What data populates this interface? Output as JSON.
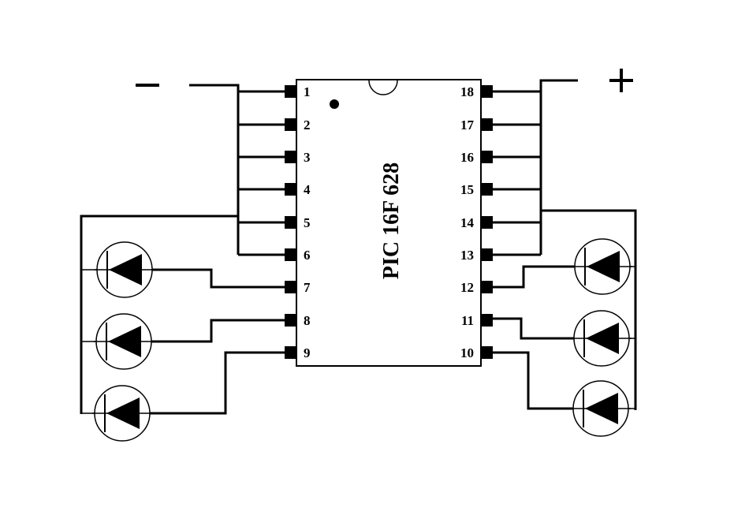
{
  "chip": {
    "label": "PIC 16F 628"
  },
  "power": {
    "negative_symbol": "−",
    "positive_symbol": "+"
  },
  "pins_left": [
    {
      "number": "1"
    },
    {
      "number": "2"
    },
    {
      "number": "3"
    },
    {
      "number": "4"
    },
    {
      "number": "5"
    },
    {
      "number": "6"
    },
    {
      "number": "7"
    },
    {
      "number": "8"
    },
    {
      "number": "9"
    }
  ],
  "pins_right": [
    {
      "number": "18"
    },
    {
      "number": "17"
    },
    {
      "number": "16"
    },
    {
      "number": "15"
    },
    {
      "number": "14"
    },
    {
      "number": "13"
    },
    {
      "number": "12"
    },
    {
      "number": "11"
    },
    {
      "number": "10"
    }
  ],
  "leds": {
    "left_count": 3,
    "right_count": 3
  },
  "colors": {
    "ink": "#000000",
    "background": "#ffffff"
  }
}
